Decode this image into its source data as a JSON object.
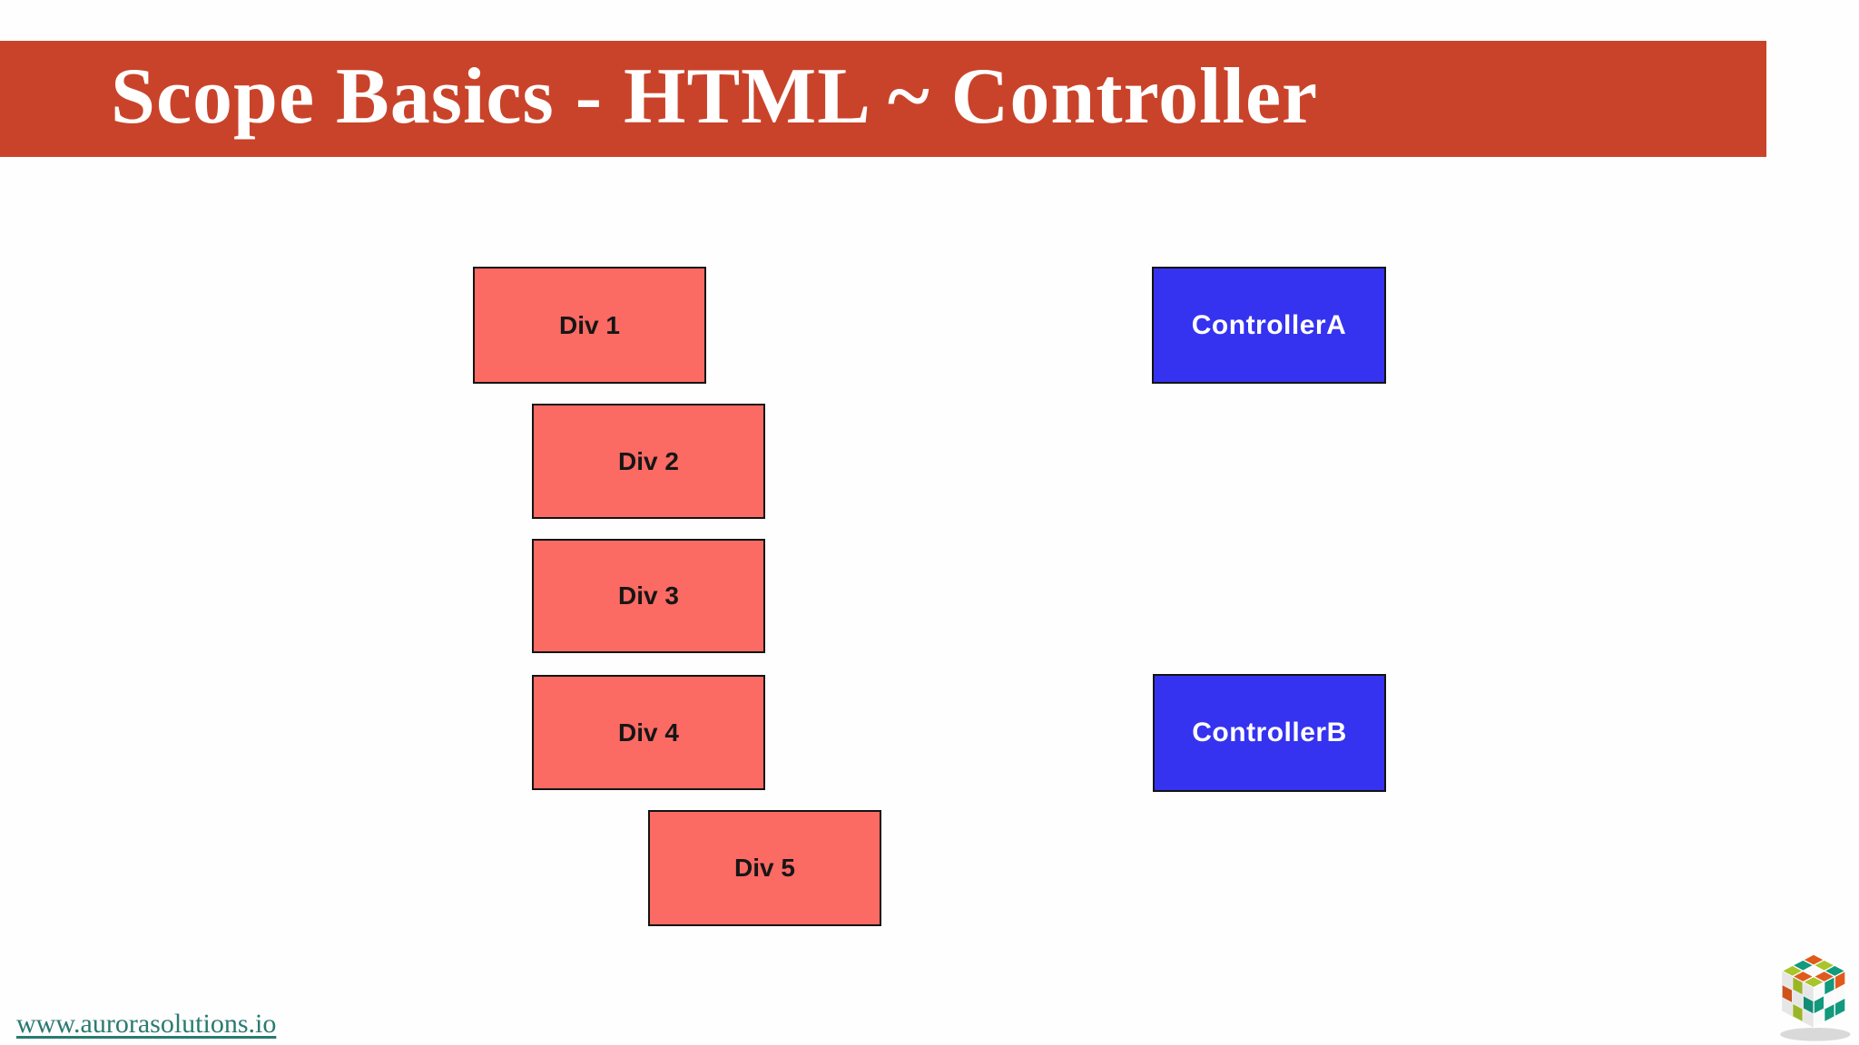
{
  "header": {
    "title": "Scope Basics - HTML ~ Controller"
  },
  "diagram": {
    "html_column": [
      {
        "label": "Div 1"
      },
      {
        "label": "Div 2"
      },
      {
        "label": "Div 3"
      },
      {
        "label": "Div 4"
      },
      {
        "label": "Div 5"
      }
    ],
    "controller_column": [
      {
        "label": "ControllerA"
      },
      {
        "label": "ControllerB"
      }
    ]
  },
  "footer": {
    "website_link": "www.aurorasolutions.io"
  },
  "logo": {
    "name": "aurora-solutions-cube-logo"
  },
  "colors": {
    "header_bg": "#C9432A",
    "title_text": "#FFFFFF",
    "div_box_fill": "#FB6A63",
    "controller_box_fill": "#3533F0",
    "box_border": "#131313",
    "link": "#2A7A70"
  }
}
